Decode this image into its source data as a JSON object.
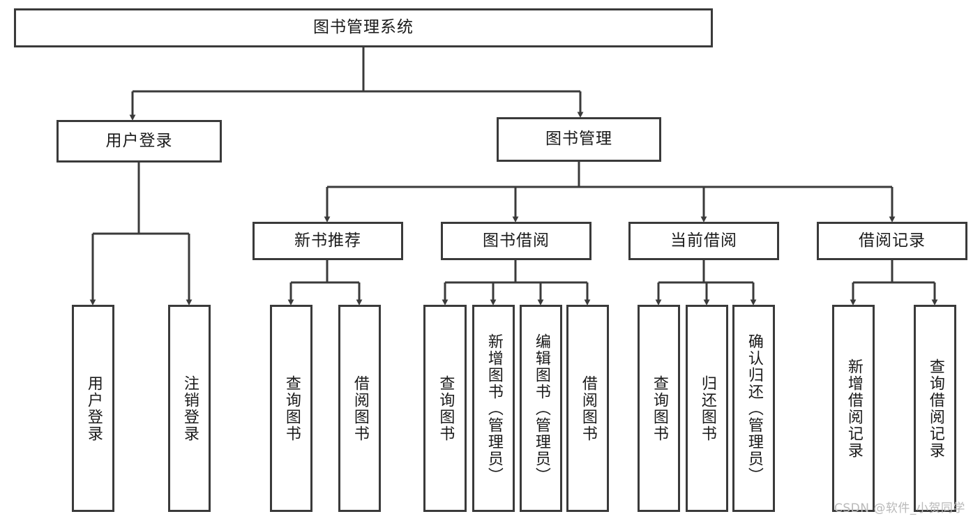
{
  "diagram": {
    "title": "图书管理系统",
    "type": "tree-hierarchy",
    "theme": {
      "border_color": "#3a3a3a",
      "fill_color": "#ffffff",
      "text_color": "#1a1a1a",
      "edge_color": "#3a3a3a",
      "watermark_color": "#b9b9b9"
    },
    "watermark": "CSDN @软件_小贺同学"
  },
  "nodes": {
    "root": {
      "label": "图书管理系统"
    },
    "level2": [
      {
        "id": "user-login",
        "label": "用户登录"
      },
      {
        "id": "book-manage",
        "label": "图书管理"
      }
    ],
    "level3": [
      {
        "id": "new-book-recommend",
        "label": "新书推荐"
      },
      {
        "id": "book-borrow",
        "label": "图书借阅"
      },
      {
        "id": "current-borrow",
        "label": "当前借阅"
      },
      {
        "id": "borrow-record",
        "label": "借阅记录"
      }
    ],
    "leaves": {
      "user-login": [
        {
          "id": "leaf-user-login",
          "label": "用户登录"
        },
        {
          "id": "leaf-logout-login",
          "label": "注销登录"
        }
      ],
      "new-book-recommend": [
        {
          "id": "leaf-query-book-1",
          "label": "查询图书"
        },
        {
          "id": "leaf-borrow-book-1",
          "label": "借阅图书"
        }
      ],
      "book-borrow": [
        {
          "id": "leaf-query-book-2",
          "label": "查询图书"
        },
        {
          "id": "leaf-add-book-admin",
          "label": "新增图书（管理员）"
        },
        {
          "id": "leaf-edit-book-admin",
          "label": "编辑图书（管理员）"
        },
        {
          "id": "leaf-borrow-book-2",
          "label": "借阅图书"
        }
      ],
      "current-borrow": [
        {
          "id": "leaf-query-book-3",
          "label": "查询图书"
        },
        {
          "id": "leaf-return-book",
          "label": "归还图书"
        },
        {
          "id": "leaf-confirm-return-admin",
          "label": "确认归还（管理员）"
        }
      ],
      "borrow-record": [
        {
          "id": "leaf-add-borrow-record",
          "label": "新增借阅记录"
        },
        {
          "id": "leaf-query-borrow-record",
          "label": "查询借阅记录"
        }
      ]
    }
  }
}
